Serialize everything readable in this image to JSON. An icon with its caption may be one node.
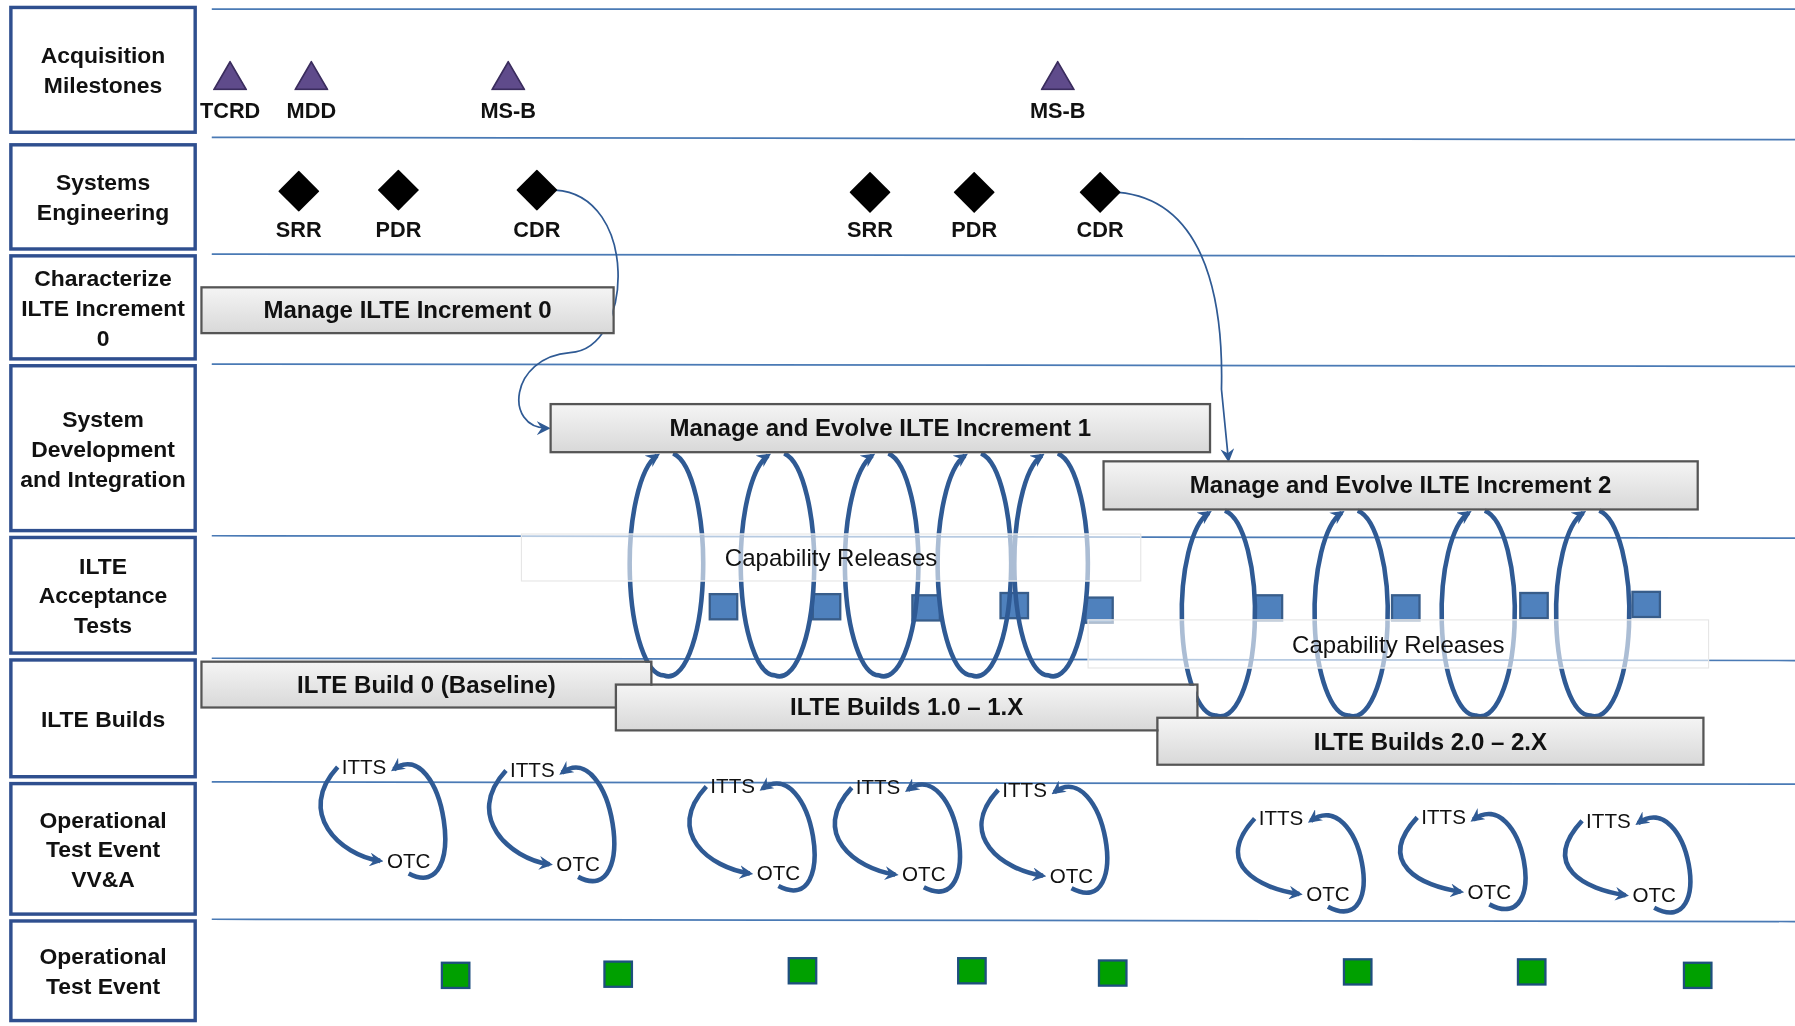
{
  "diagram": {
    "nodes": [
      {
        "text": [
          "Acquisition Milestones"
        ]
      },
      {
        "text": [
          "Systems Engineering"
        ]
      },
      {
        "text": [
          "Characterize ILTE Increment 0"
        ]
      },
      {
        "text": [
          "System Development and Integration"
        ]
      },
      {
        "text": [
          "ILTE Acceptance Tests"
        ]
      },
      {
        "text": [
          "ILTE Builds"
        ]
      },
      {
        "text": [
          "Operational Test Event VV&A"
        ]
      },
      {
        "text": [
          "Operational Test Event"
        ]
      },
      {
        "text": [],
        "shape": "triangle",
        "beside": [
          "TCRD"
        ]
      },
      {
        "text": [],
        "shape": "triangle",
        "beside": [
          "MDD"
        ]
      },
      {
        "text": [],
        "shape": "triangle",
        "beside": [
          "MS-B"
        ]
      },
      {
        "text": [],
        "shape": "triangle",
        "beside": [
          "MS-B"
        ]
      },
      {
        "text": [],
        "shape": "diamond",
        "beside": [
          "SRR"
        ]
      },
      {
        "text": [],
        "shape": "diamond",
        "beside": [
          "PDR"
        ]
      },
      {
        "text": [],
        "shape": "diamond",
        "beside": [
          "CDR"
        ]
      },
      {
        "text": [],
        "shape": "diamond",
        "beside": [
          "SRR"
        ]
      },
      {
        "text": [],
        "shape": "diamond",
        "beside": [
          "PDR"
        ]
      },
      {
        "text": [],
        "shape": "diamond",
        "beside": [
          "CDR"
        ]
      },
      {
        "text": [
          "Manage ILTE Increment 0"
        ]
      },
      {
        "text": [
          "Manage and Evolve ILTE Increment 1"
        ]
      },
      {
        "text": [
          "Manage and Evolve ILTE Increment 2"
        ]
      },
      {
        "text": [
          "ILTE Build 0 (Baseline)"
        ]
      },
      {
        "text": [
          "ILTE Builds 1.0 – 1.X"
        ]
      },
      {
        "text": [
          "ILTE Builds 2.0 – 2.X"
        ]
      },
      {
        "text": [
          "ITTS"
        ]
      },
      {
        "text": [
          "OTC"
        ]
      },
      {
        "text": [
          "ITTS"
        ]
      },
      {
        "text": [
          "OTC"
        ]
      },
      {
        "text": [
          "ITTS"
        ]
      },
      {
        "text": [
          "OTC"
        ]
      },
      {
        "text": [
          "ITTS"
        ]
      },
      {
        "text": [
          "OTC"
        ]
      },
      {
        "text": [
          "ITTS"
        ]
      },
      {
        "text": [
          "OTC"
        ]
      },
      {
        "text": [
          "ITTS"
        ]
      },
      {
        "text": [
          "OTC"
        ]
      },
      {
        "text": [
          "ITTS"
        ]
      },
      {
        "text": [
          "OTC"
        ]
      },
      {
        "text": [
          "ITTS"
        ]
      },
      {
        "text": [
          "OTC"
        ]
      }
    ],
    "edges": [
      {
        "from": 14,
        "to": 19,
        "arrow": "to"
      },
      {
        "from": 17,
        "to": 20,
        "arrow": "to"
      },
      {
        "from": 19,
        "to": 19,
        "arrow": "to"
      },
      {
        "from": 19,
        "to": 19,
        "arrow": "to"
      },
      {
        "from": 19,
        "to": 19,
        "arrow": "to"
      },
      {
        "from": 19,
        "to": 19,
        "arrow": "to"
      },
      {
        "from": 19,
        "to": 19,
        "arrow": "to"
      },
      {
        "from": 20,
        "to": 20,
        "arrow": "to"
      },
      {
        "from": 20,
        "to": 20,
        "arrow": "to"
      },
      {
        "from": 20,
        "to": 20,
        "arrow": "to"
      },
      {
        "from": 20,
        "to": 20,
        "arrow": "to"
      },
      {
        "from": 24,
        "to": 25,
        "arrow": "to"
      },
      {
        "from": 25,
        "to": 24,
        "arrow": "to"
      },
      {
        "from": 26,
        "to": 27,
        "arrow": "to"
      },
      {
        "from": 27,
        "to": 26,
        "arrow": "to"
      },
      {
        "from": 28,
        "to": 29,
        "arrow": "to"
      },
      {
        "from": 29,
        "to": 28,
        "arrow": "to"
      },
      {
        "from": 30,
        "to": 31,
        "arrow": "to"
      },
      {
        "from": 31,
        "to": 30,
        "arrow": "to"
      },
      {
        "from": 32,
        "to": 33,
        "arrow": "to"
      },
      {
        "from": 33,
        "to": 32,
        "arrow": "to"
      },
      {
        "from": 34,
        "to": 35,
        "arrow": "to"
      },
      {
        "from": 35,
        "to": 34,
        "arrow": "to"
      },
      {
        "from": 36,
        "to": 37,
        "arrow": "to"
      },
      {
        "from": 37,
        "to": 36,
        "arrow": "to"
      },
      {
        "from": 38,
        "to": 39,
        "arrow": "to"
      },
      {
        "from": 39,
        "to": 38,
        "arrow": "to"
      }
    ],
    "labels": [
      "Capability Releases",
      "Capability Releases"
    ]
  }
}
